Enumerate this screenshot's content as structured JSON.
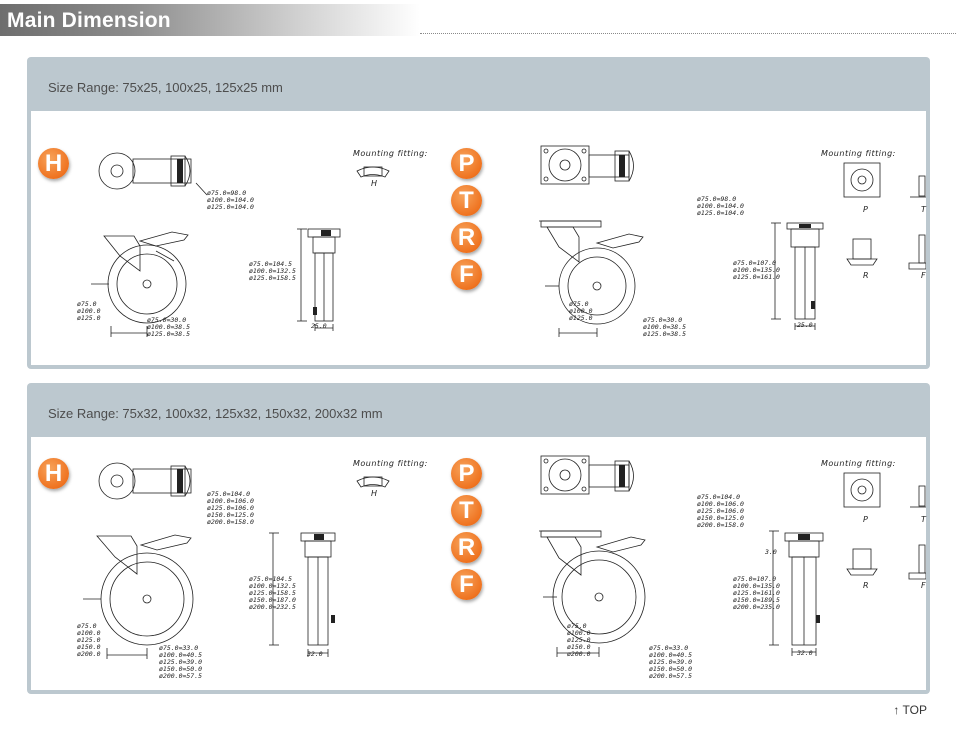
{
  "header": {
    "title": "Main Dimension"
  },
  "panels": [
    {
      "size_range": "Size Range: 75x25, 100x25, 125x25 mm",
      "left": {
        "letters": [
          "H"
        ],
        "mounting_label": "Mounting  fitting:",
        "mounting_items": [
          "H"
        ],
        "top_view_dims": "ø75.0=98.0\nø100.0=104.0\nø125.0=104.0",
        "height_dims": "ø75.0=104.5\nø100.0=132.5\nø125.0=158.5",
        "wheel_dims": "ø75.0\nø100.0\nø125.0",
        "offset_dims": "ø75.0=30.0\nø100.0=38.5\nø125.0=38.5",
        "width_dim": "25.0"
      },
      "right": {
        "letters": [
          "P",
          "T",
          "R",
          "F"
        ],
        "mounting_label": "Mounting  fitting:",
        "mounting_items": [
          "P",
          "T",
          "R",
          "F"
        ],
        "top_view_dims": "ø75.0=98.0\nø100.0=104.0\nø125.0=104.0",
        "height_dims": "ø75.0=107.0\nø100.0=135.0\nø125.0=161.0",
        "wheel_dims": "ø75.0\nø100.0\nø125.0",
        "offset_dims": "ø75.0=30.0\nø100.0=38.5\nø125.0=38.5",
        "width_dim": "25.0"
      }
    },
    {
      "size_range": "Size Range: 75x32, 100x32, 125x32, 150x32, 200x32 mm",
      "left": {
        "letters": [
          "H"
        ],
        "mounting_label": "Mounting  fitting:",
        "mounting_items": [
          "H"
        ],
        "top_view_dims": "ø75.0=104.0\nø100.0=106.0\nø125.0=106.0\nø150.0=125.0\nø200.0=158.0",
        "height_dims": "ø75.0=104.5\nø100.0=132.5\nø125.0=158.5\nø150.0=187.0\nø200.0=232.5",
        "wheel_dims": "ø75.0\nø100.0\nø125.0\nø150.0\nø200.0",
        "offset_dims": "ø75.0=33.0\nø100.0=40.5\nø125.0=39.0\nø150.0=50.0\nø200.0=57.5",
        "width_dim": "32.0"
      },
      "right": {
        "letters": [
          "P",
          "T",
          "R",
          "F"
        ],
        "mounting_label": "Mounting  fitting:",
        "mounting_items": [
          "P",
          "T",
          "R",
          "F"
        ],
        "top_view_dims": "ø75.0=104.0\nø100.0=106.0\nø125.0=106.0\nø150.0=125.0\nø200.0=158.0",
        "height_dims": "ø75.0=107.0\nø100.0=135.0\nø125.0=161.0\nø150.0=189.5\nø200.0=235.0",
        "wheel_dims": "ø75.0\nø100.0\nø125.0\nø150.0\nø200.0",
        "offset_dims": "ø75.0=33.0\nø100.0=40.5\nø125.0=39.0\nø150.0=50.0\nø200.0=57.5",
        "width_dim": "32.0",
        "plate_thickness": "3.0"
      }
    }
  ],
  "footer": {
    "top_link": "↑ TOP"
  },
  "colors": {
    "accent": "#ef7320",
    "panel": "#bcc8cf",
    "title_bar": "#7a7a7a"
  }
}
